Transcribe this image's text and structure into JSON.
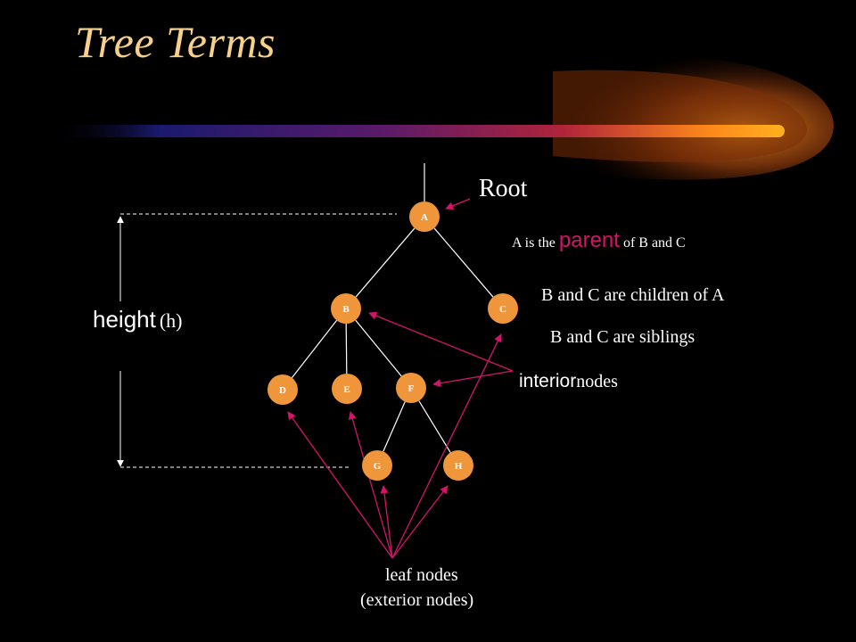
{
  "title": "Tree Terms",
  "colors": {
    "node": "#f0963a",
    "arrow": "#d4146a",
    "parent": "#d4146a",
    "title": "#f7d08a"
  },
  "nodes": [
    {
      "id": "A",
      "label": "A"
    },
    {
      "id": "B",
      "label": "B"
    },
    {
      "id": "C",
      "label": "C"
    },
    {
      "id": "D",
      "label": "D"
    },
    {
      "id": "E",
      "label": "E"
    },
    {
      "id": "F",
      "label": "F"
    },
    {
      "id": "G",
      "label": "G"
    },
    {
      "id": "H",
      "label": "H"
    }
  ],
  "edges": [
    [
      "A",
      "B"
    ],
    [
      "A",
      "C"
    ],
    [
      "B",
      "D"
    ],
    [
      "B",
      "E"
    ],
    [
      "B",
      "F"
    ],
    [
      "F",
      "G"
    ],
    [
      "F",
      "H"
    ]
  ],
  "labels": {
    "root": "Root",
    "parent_prefix": "A is the",
    "parent_word": "parent",
    "parent_suffix": "of B and C",
    "children": "B and C are children of A",
    "siblings": "B and C are siblings",
    "interior_word": "interior",
    "interior_suffix": "nodes",
    "height_word": "height",
    "height_symbol": "(h)",
    "leaf_line1": "leaf nodes",
    "leaf_line2": "(exterior nodes)"
  }
}
